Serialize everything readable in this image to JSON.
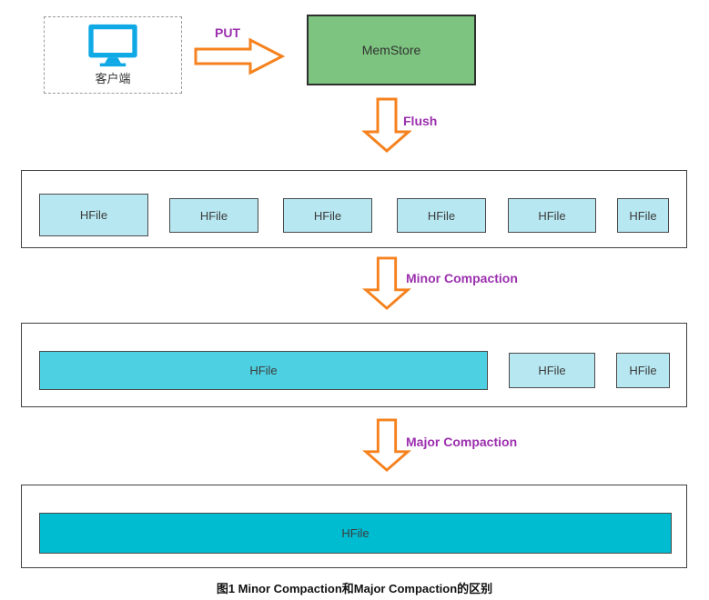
{
  "client": {
    "label": "客户端"
  },
  "memstore": {
    "label": "MemStore"
  },
  "arrows": {
    "put": "PUT",
    "flush": "Flush",
    "minor": "Minor Compaction",
    "major": "Major Compaction"
  },
  "row1": {
    "files": [
      "HFile",
      "HFile",
      "HFile",
      "HFile",
      "HFile",
      "HFile"
    ]
  },
  "row2": {
    "large_file": "HFile",
    "small_files": [
      "HFile",
      "HFile"
    ]
  },
  "row3": {
    "large_file": "HFile"
  },
  "caption": "图1 Minor Compaction和Major Compaction的区别",
  "colors": {
    "arrow_orange": "#f5821f",
    "label_purple": "#9b2fae",
    "memstore_green": "#7cc47f",
    "hfile_light_blue": "#b7e7f1",
    "hfile_medium_cyan": "#4dd0e1",
    "hfile_dark_cyan": "#00bcd1",
    "monitor_cyan": "#0fa9e6"
  }
}
